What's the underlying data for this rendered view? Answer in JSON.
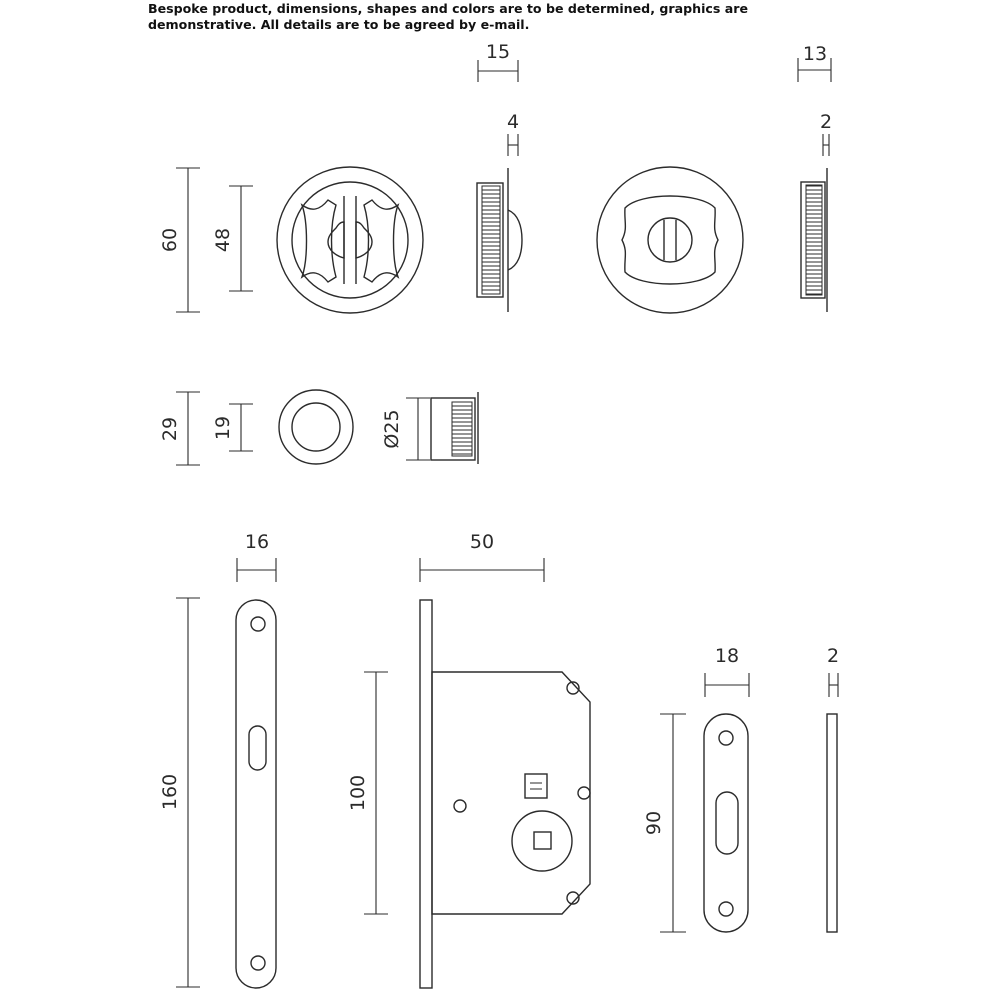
{
  "disclaimer": "Bespoke product, dimensions, shapes and colors are to be determined, graphics are\ndemonstrative. All details are to be agreed by e-mail.",
  "dimensions": {
    "flush_handle_height": "60",
    "flush_handle_inner": "48",
    "flush_handle_depth": "15",
    "flush_handle_rim": "4",
    "privacy_turn_depth": "13",
    "privacy_turn_rim": "2",
    "pull_outer": "29",
    "pull_inner": "19",
    "pull_diameter": "Ø25",
    "faceplate_width": "16",
    "faceplate_height": "160",
    "lock_backset": "50",
    "lock_body_height": "100",
    "strike_width": "18",
    "strike_height": "90",
    "strike_thickness": "2"
  }
}
